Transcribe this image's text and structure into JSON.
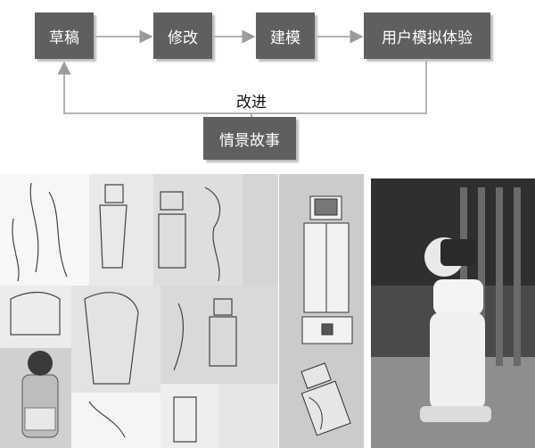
{
  "flow": {
    "nodes": {
      "draft": "草稿",
      "revise": "修改",
      "modeling": "建模",
      "user_simulation": "用户模拟体验",
      "scenario_story": "情景故事"
    },
    "loop_label": "改进"
  },
  "images": {
    "sketch_collage": "sketch-collage-image",
    "cad_model": "cad-robot-model-image",
    "robot_photo": "robot-photo-image"
  },
  "colors": {
    "box_fill": "#5f5f5f",
    "box_text": "#ffffff",
    "arrow": "#9b9b9b"
  }
}
